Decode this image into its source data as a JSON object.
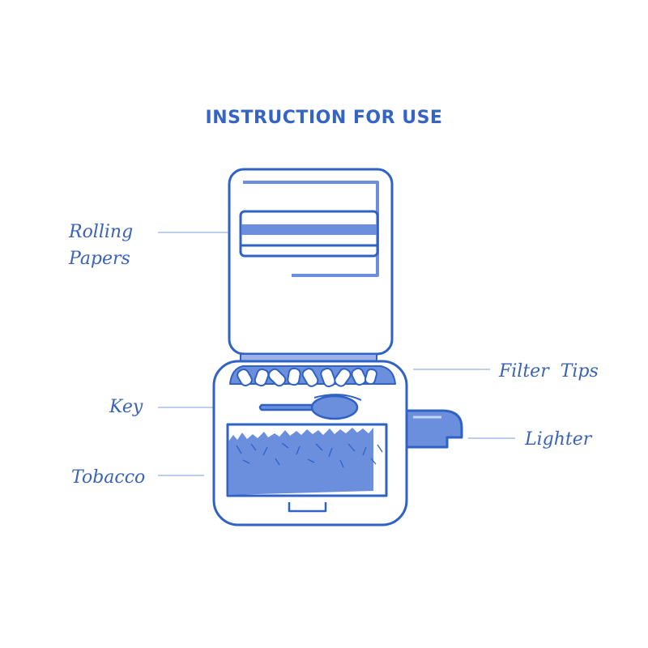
{
  "title": "INSTRUCTION FOR USE",
  "labels": {
    "rolling_papers_line1": "Rolling",
    "rolling_papers_line2": "Papers",
    "key": "Key",
    "tobacco": "Tobacco",
    "filter_tips": "Filter  Tips",
    "lighter": "Lighter"
  },
  "colors": {
    "stroke": "#2f62c4",
    "fill": "#6b8fdc",
    "leader": "#a9bde6",
    "title": "#3465c6"
  }
}
